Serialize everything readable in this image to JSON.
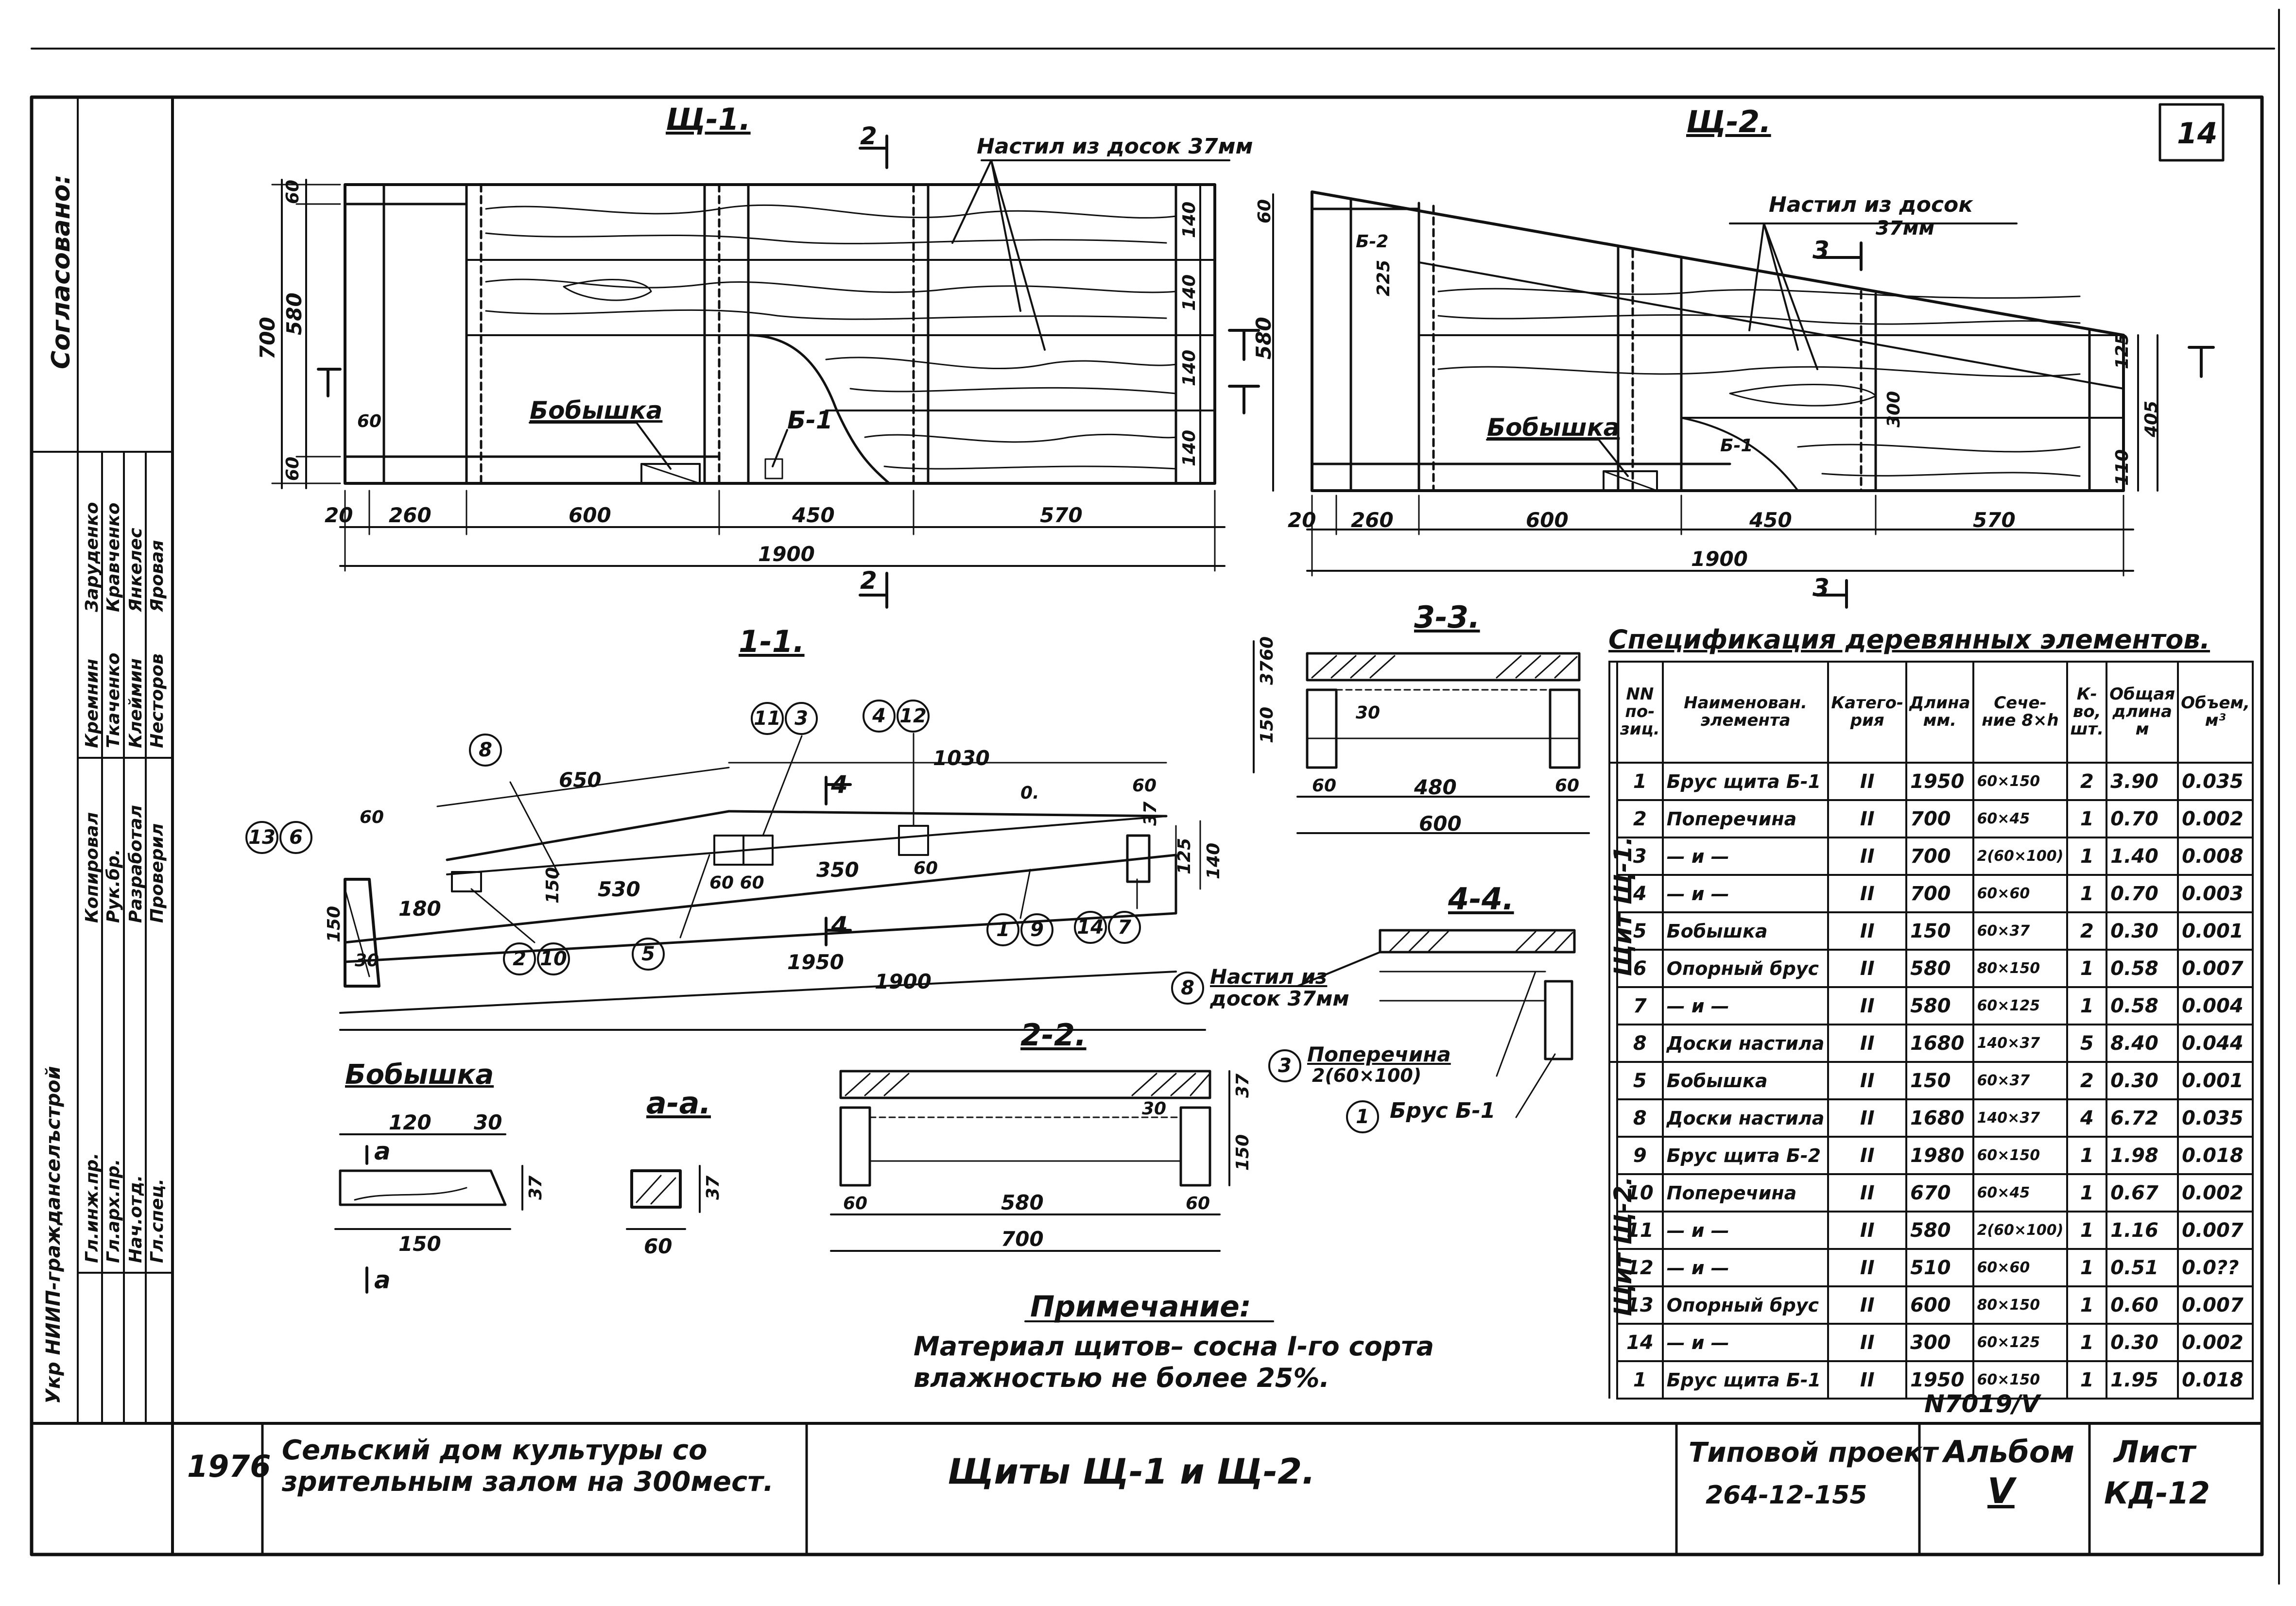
{
  "sheet_number": "14",
  "views": {
    "shch1": {
      "title": "Щ-1.",
      "section_mark": "2",
      "deck_note": "Настил из досок 37мм",
      "block_label": "Бобышка",
      "beam_label": "Б-1",
      "dims": {
        "d20": "20",
        "d260": "260",
        "d600": "600",
        "d450": "450",
        "d570": "570",
        "d1900": "1900",
        "h700": "700",
        "h580": "580",
        "h60a": "60",
        "h60b": "60",
        "w60": "60",
        "b1": "140",
        "b2": "140",
        "b3": "140",
        "b4": "140"
      }
    },
    "shch2": {
      "title": "Щ-2.",
      "section_mark": "3",
      "deck_note": "Настил из досок",
      "deck_note2": "37мм",
      "block_label": "Бобышка",
      "beam_label": "Б-1",
      "beam2_label": "Б-2",
      "dims": {
        "d20": "20",
        "d260": "260",
        "d600": "600",
        "d450": "450",
        "d570": "570",
        "d1900": "1900",
        "h580": "580",
        "h60": "60",
        "h225": "225",
        "h300": "300",
        "h125": "125",
        "h405": "405",
        "h110": "110"
      }
    },
    "sec11": {
      "title": "1-1.",
      "mark4": "4",
      "dims": {
        "d650": "650",
        "d1030": "1030",
        "d60a": "60",
        "d60b": "60",
        "d180": "180",
        "d530": "530",
        "d350": "350",
        "d6060": "60 60",
        "d60c": "60",
        "d150a": "150",
        "d150b": "150",
        "d30": "30",
        "d1950": "1950",
        "d1900": "1900",
        "d37": "37",
        "d125": "125",
        "d140": "140",
        "d0": "0."
      },
      "callouts": [
        "8",
        "11",
        "3",
        "4",
        "12",
        "13",
        "6",
        "2",
        "10",
        "5",
        "1",
        "9",
        "14",
        "7"
      ]
    },
    "sec33": {
      "title": "3-3.",
      "dims": {
        "d480": "480",
        "d600": "600",
        "d60a": "60",
        "d60b": "60",
        "d150": "150",
        "d37": "37",
        "d30": "30",
        "d60v": "60"
      }
    },
    "sec44": {
      "title": "4-4.",
      "c8": "8",
      "note8a": "Настил из",
      "note8b": "досок 37мм",
      "c3": "3",
      "note3a": "Поперечина",
      "note3b": "2(60×100)",
      "c1": "1",
      "note1": "Брус Б-1"
    },
    "sec22": {
      "title": "2-2.",
      "dims": {
        "d580": "580",
        "d700": "700",
        "d60a": "60",
        "d60b": "60",
        "d150": "150",
        "d37": "37",
        "d30": "30"
      }
    },
    "block": {
      "title": "Бобышка",
      "dims": {
        "d120": "120",
        "d30": "30",
        "d150": "150",
        "d37": "37"
      },
      "cut": "а"
    },
    "secaa": {
      "title": "а-а.",
      "dims": {
        "d60": "60",
        "d37": "37"
      }
    },
    "note": {
      "title": "Примечание:",
      "line1": "Материал щитов– сосна I-го сорта",
      "line2": "влажностью не более 25%."
    }
  },
  "spec": {
    "title": "Спецификация деревянных элементов.",
    "headers": [
      "NN по- зиц.",
      "Наименован. элемента",
      "Катего- рия",
      "Длина мм.",
      "Сече- ние 8×h",
      "К-во, шт.",
      "Общая длина м",
      "Объем, м³"
    ],
    "group1": "Щит Щ-1.",
    "group2": "Щит Щ-2.",
    "rows": [
      [
        "1",
        "Брус щита Б-1",
        "II",
        "1950",
        "60×150",
        "2",
        "3.90",
        "0.035"
      ],
      [
        "2",
        "Поперечина",
        "II",
        "700",
        "60×45",
        "1",
        "0.70",
        "0.002"
      ],
      [
        "3",
        "— и —",
        "II",
        "700",
        "2(60×100)",
        "1",
        "1.40",
        "0.008"
      ],
      [
        "4",
        "— и —",
        "II",
        "700",
        "60×60",
        "1",
        "0.70",
        "0.003"
      ],
      [
        "5",
        "Бобышка",
        "II",
        "150",
        "60×37",
        "2",
        "0.30",
        "0.001"
      ],
      [
        "6",
        "Опорный брус",
        "II",
        "580",
        "80×150",
        "1",
        "0.58",
        "0.007"
      ],
      [
        "7",
        "— и —",
        "II",
        "580",
        "60×125",
        "1",
        "0.58",
        "0.004"
      ],
      [
        "8",
        "Доски настила",
        "II",
        "1680",
        "140×37",
        "5",
        "8.40",
        "0.044"
      ],
      [
        "5",
        "Бобышка",
        "II",
        "150",
        "60×37",
        "2",
        "0.30",
        "0.001"
      ],
      [
        "8",
        "Доски настила",
        "II",
        "1680",
        "140×37",
        "4",
        "6.72",
        "0.035"
      ],
      [
        "9",
        "Брус щита Б-2",
        "II",
        "1980",
        "60×150",
        "1",
        "1.98",
        "0.018"
      ],
      [
        "10",
        "Поперечина",
        "II",
        "670",
        "60×45",
        "1",
        "0.67",
        "0.002"
      ],
      [
        "11",
        "— и —",
        "II",
        "580",
        "2(60×100)",
        "1",
        "1.16",
        "0.007"
      ],
      [
        "12",
        "— и —",
        "II",
        "510",
        "60×60",
        "1",
        "0.51",
        "0.0??"
      ],
      [
        "13",
        "Опорный брус",
        "II",
        "600",
        "80×150",
        "1",
        "0.60",
        "0.007"
      ],
      [
        "14",
        "— и —",
        "II",
        "300",
        "60×125",
        "1",
        "0.30",
        "0.002"
      ],
      [
        "1",
        "Брус щита Б-1",
        "II",
        "1950",
        "60×150",
        "1",
        "1.95",
        "0.018"
      ]
    ]
  },
  "stamp": {
    "left_lines": [
      "Гл.инж.пр.",
      "Гл.арх.пр.",
      "Нач.отд.",
      "Гл.спец.",
      "Рук.бр.",
      "Разработал",
      "Проверил",
      "Копировал"
    ],
    "left_names": [
      "Кремнин",
      "Ткаченко",
      "Клеймин",
      "Несторов",
      "Заруденко",
      "Кравченко",
      "Янкелес",
      "Яровая"
    ],
    "agreed": "Согласовано:",
    "org": "Укр НИИП-гражданселъстрой",
    "year": "1976",
    "project_title_1": "Сельский дом культуры со",
    "project_title_2": "зрительным залом на 300мест.",
    "drawing_title": "Щиты Щ-1 и Щ-2.",
    "type_label": "Типовой проект",
    "type_value": "264-12-155",
    "album_label": "Альбом",
    "album_value": "V",
    "sheet_label": "Лист",
    "sheet_value": "КД-12",
    "archive_no": "N7019/V"
  }
}
